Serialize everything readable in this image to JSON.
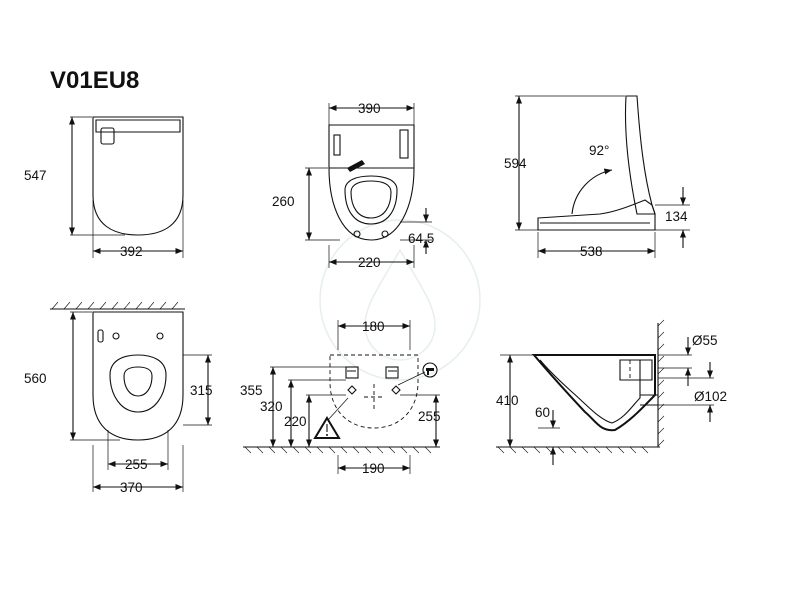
{
  "title": "V01EU8",
  "views": {
    "top_seat": {
      "height": "547",
      "width": "392"
    },
    "front_seat": {
      "width": "390",
      "height": "260",
      "offset": "64.5",
      "hole_spacing": "220"
    },
    "side_seat": {
      "height": "594",
      "angle": "92°",
      "rise": "134",
      "length": "538"
    },
    "bowl_top": {
      "height": "560",
      "mount_height": "315",
      "inner_width": "255",
      "width": "370"
    },
    "installation": {
      "top_spacing": "180",
      "h1": "355",
      "h2": "320",
      "h3": "220",
      "h4": "255",
      "bottom_spacing": "190"
    },
    "bowl_side": {
      "outlet": "Ø55",
      "height": "410",
      "depth": "60",
      "pipe": "Ø102"
    }
  },
  "icons": {
    "warning": "warning-triangle-icon",
    "water": "water-tap-icon"
  }
}
